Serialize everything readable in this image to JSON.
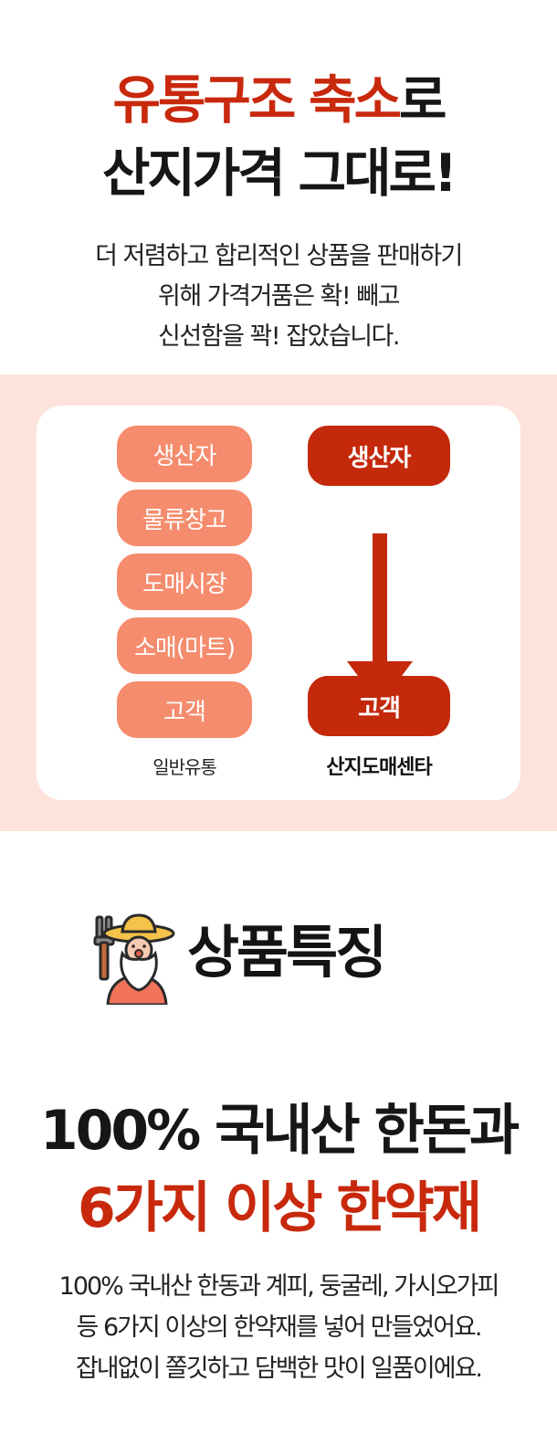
{
  "hero": {
    "line1_red": "유통구조 축소",
    "line1_dark": "로",
    "line2": "산지가격 그대로!",
    "intro": [
      "더 저렴하고 합리적인 상품을 판매하기",
      "위해 가격거품은 확! 빼고",
      "신선함을 꽉! 잡았습니다."
    ]
  },
  "comparison": {
    "general": {
      "steps": [
        "생산자",
        "물류창고",
        "도매시장",
        "소매(마트)",
        "고객"
      ],
      "label": "일반유통"
    },
    "center": {
      "steps": [
        "생산자",
        "고객"
      ],
      "label": "산지도매센타"
    }
  },
  "features": {
    "title": "상품특징",
    "headline_line1": "100% 국내산 한돈과",
    "headline_line2": "6가지 이상 한약재",
    "body": [
      "100% 국내산 한동과 계피, 둥굴레, 가시오가피",
      "등 6가지 이상의 한약재를 넣어 만들었어요.",
      "잡내없이 쫄깃하고 담백한 맛이 일품이에요."
    ]
  },
  "colors": {
    "accent_red": "#c8290d",
    "light_pill": "#f58c6d",
    "band_pink": "#fde3dc"
  },
  "icons": {
    "mascot": "farmer-mascot-icon",
    "arrow": "arrow-down-icon"
  }
}
